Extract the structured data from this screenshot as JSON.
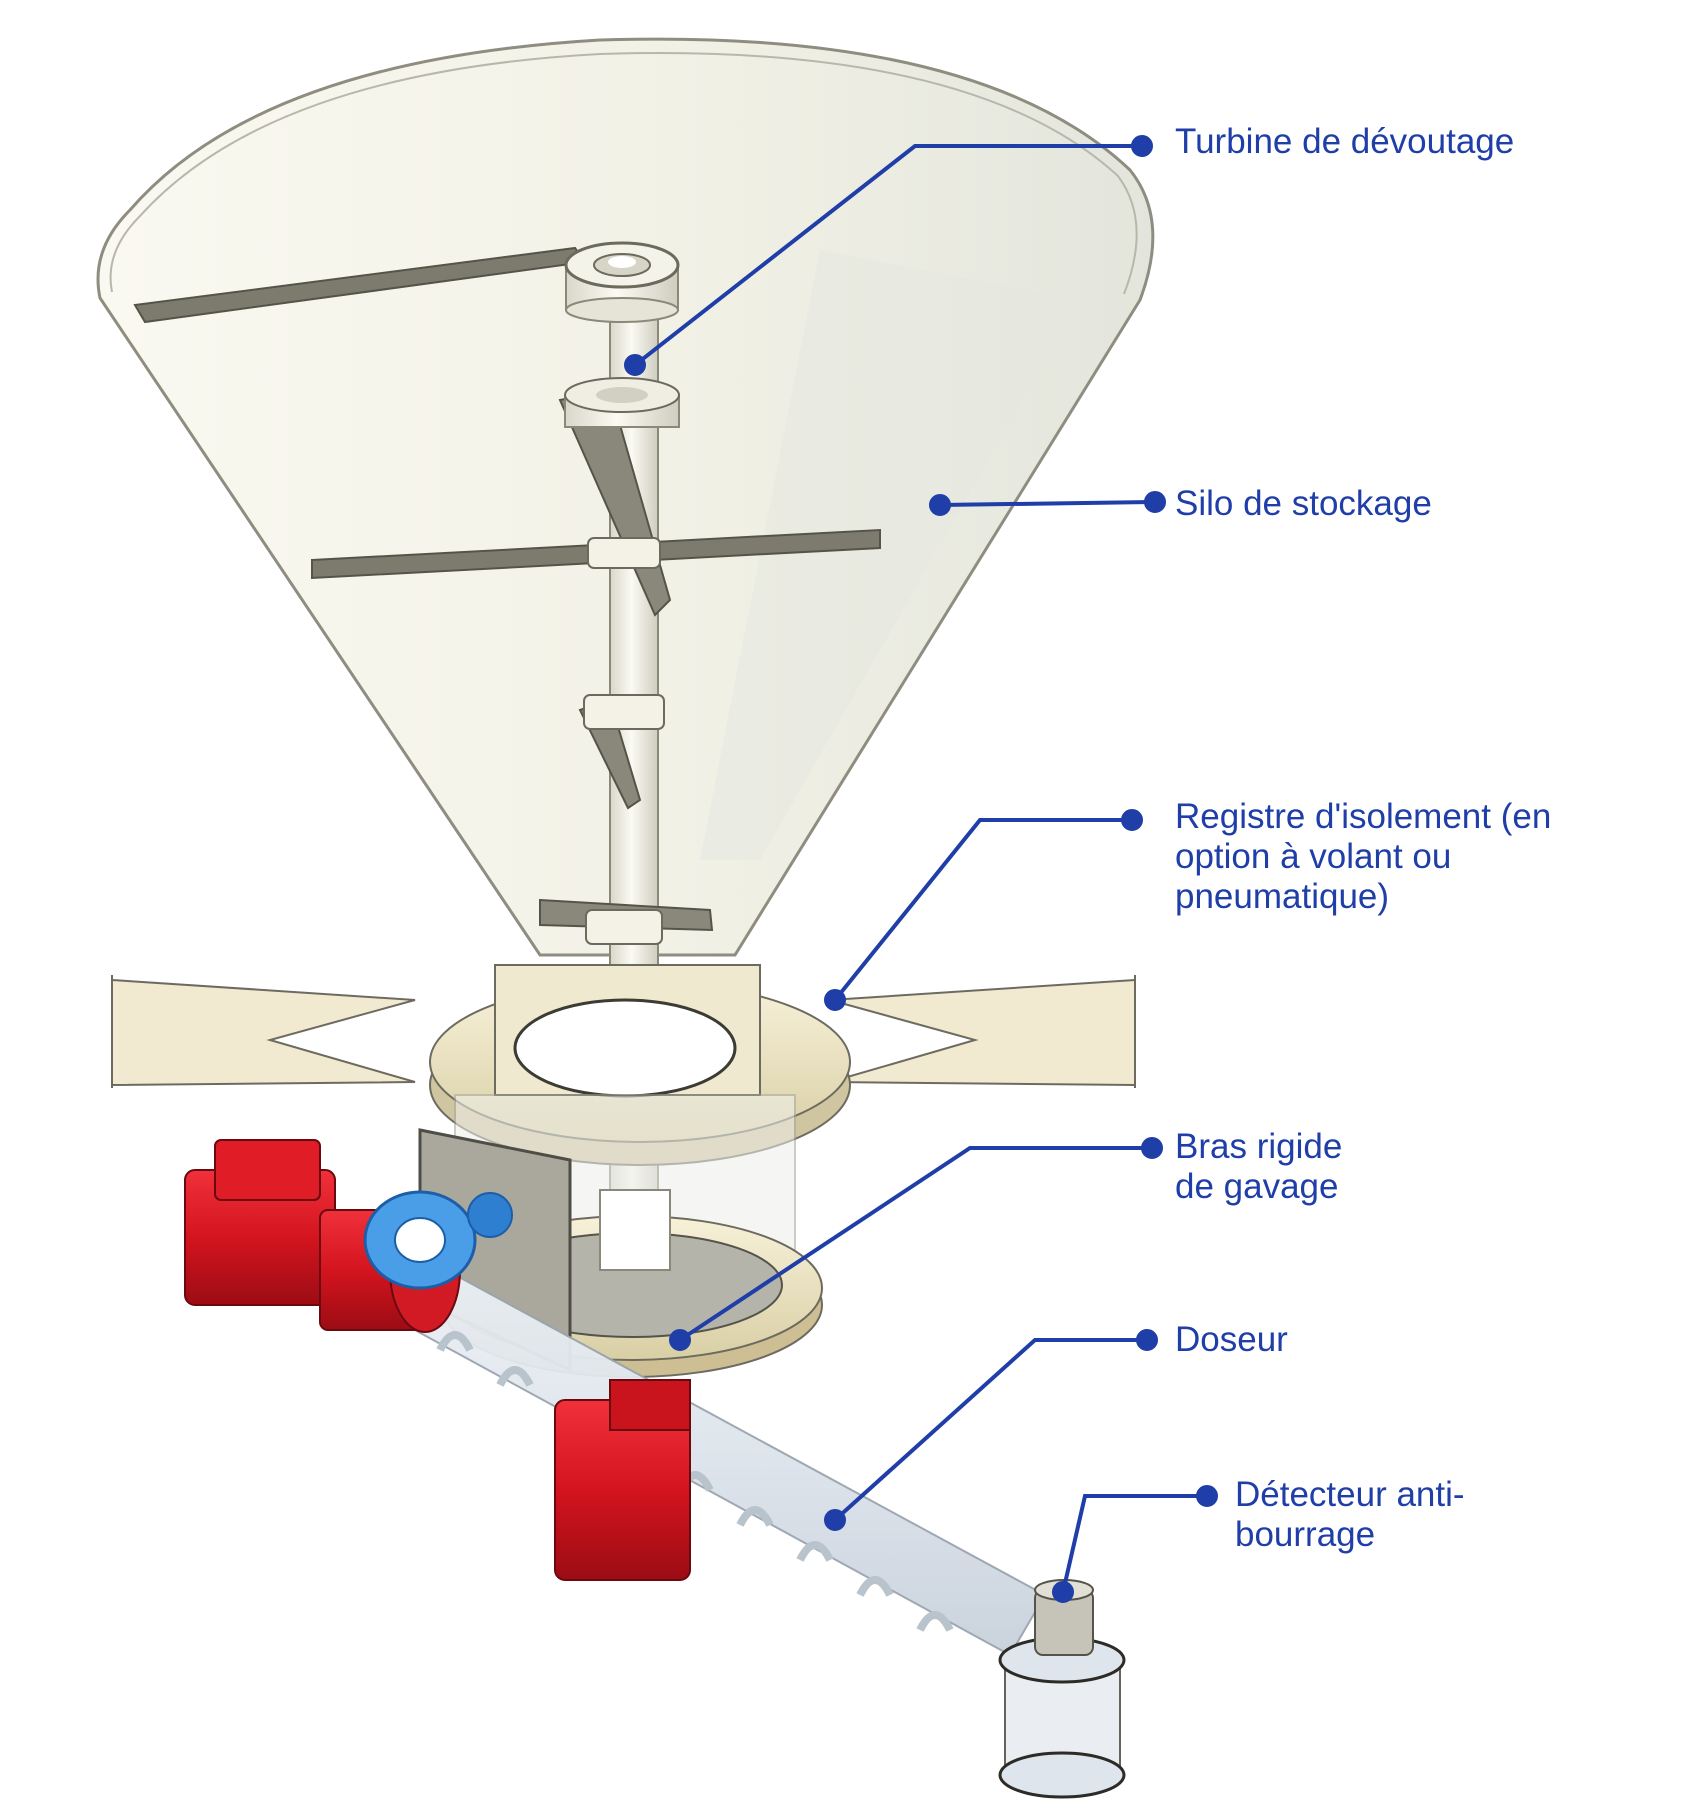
{
  "colors": {
    "callout": "#1f3ea8",
    "silo_fill": "#f3f1e4",
    "silo_edge": "#9c9a8c",
    "shaft": "#f1efe2",
    "blade": "#6f6d61",
    "flange": "#efe7c8",
    "motor": "#d6141f",
    "tube": "#dfe6ee",
    "blue_unit": "#4a9ee8"
  },
  "callouts": [
    {
      "id": "turbine",
      "lines": [
        "Turbine de dévoutage"
      ]
    },
    {
      "id": "silo",
      "lines": [
        "Silo de stockage"
      ]
    },
    {
      "id": "registre",
      "lines": [
        "Registre d'isolement (en",
        "option à volant ou",
        "pneumatique)"
      ]
    },
    {
      "id": "bras",
      "lines": [
        "Bras rigide",
        "de gavage"
      ]
    },
    {
      "id": "doseur",
      "lines": [
        "Doseur"
      ]
    },
    {
      "id": "detecteur",
      "lines": [
        "Détecteur anti-",
        "bourrage"
      ]
    }
  ]
}
